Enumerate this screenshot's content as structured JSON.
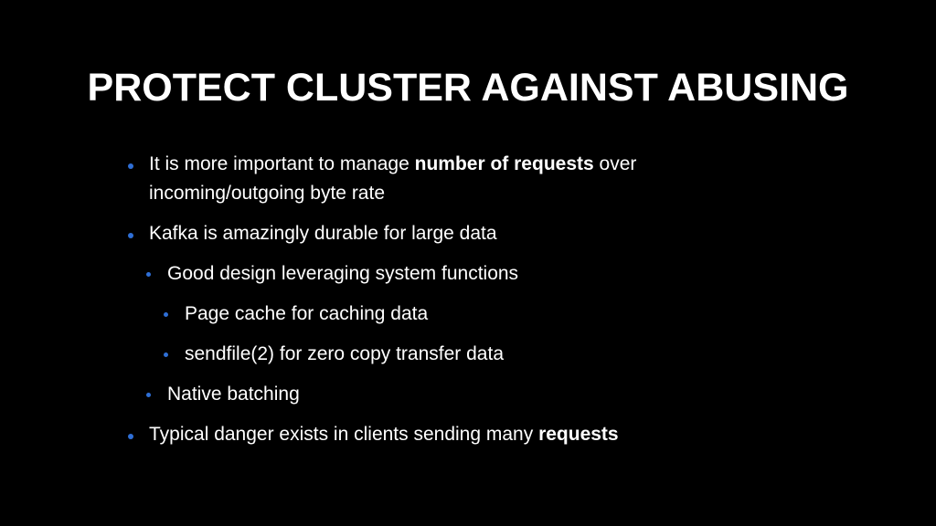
{
  "slide": {
    "title": "PROTECT CLUSTER AGAINST ABUSING",
    "bullet_color": "#2f6fd6",
    "bullets": [
      {
        "level": 1,
        "pre": "It is more important to manage ",
        "bold": "number of requests",
        "post": " over incoming/outgoing byte rate"
      },
      {
        "level": 1,
        "text": "Kafka is amazingly durable for large data"
      },
      {
        "level": 2,
        "text": "Good design leveraging system functions"
      },
      {
        "level": 3,
        "text": "Page cache for caching data"
      },
      {
        "level": 3,
        "text": "sendfile(2) for zero copy transfer data"
      },
      {
        "level": 2,
        "text": "Native batching"
      },
      {
        "level": 1,
        "pre": "Typical danger exists in clients sending many ",
        "bold": "requests",
        "post": ""
      }
    ]
  }
}
